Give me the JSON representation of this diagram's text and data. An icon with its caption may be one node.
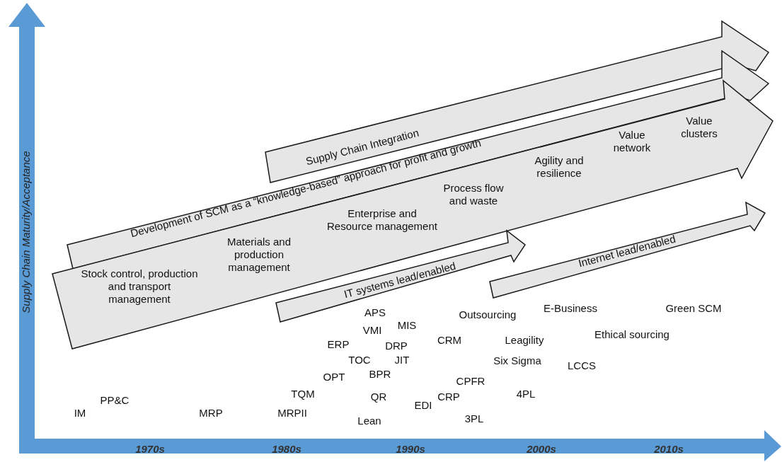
{
  "diagram": {
    "nodes": [
      {
        "text": [
          "Supply Chain Integration"
        ]
      },
      {
        "text": [
          "Development of SCM as a “knowledge-based” approach for profit and growth"
        ]
      },
      {
        "text": [
          "Stock control, production and transport management",
          "Materials and production management",
          "Enterprise and Resource management",
          "Process flow and waste",
          "Agility and resilience",
          "Value network",
          "Value clusters"
        ]
      },
      {
        "text": [
          "IT systems lead/enabled"
        ]
      },
      {
        "text": [
          "Internet lead/enabled"
        ]
      }
    ],
    "labels": [
      "Supply Chain Maturity/Acceptance",
      "E-Business",
      "Green SCM",
      "APS",
      "Outsourcing",
      "MIS",
      "VMI",
      "ERP",
      "CRM",
      "Leagility",
      "DRP",
      "Ethical sourcing",
      "TOC",
      "JIT",
      "Six Sigma",
      "LCCS",
      "OPT",
      "BPR",
      "CPFR",
      "TQM",
      "4PL",
      "PP&C",
      "QR",
      "CRP",
      "EDI",
      "IM",
      "MRP",
      "MRPII",
      "Lean",
      "3PL",
      "1970s",
      "1980s",
      "1990s",
      "2000s",
      "2010s"
    ]
  }
}
